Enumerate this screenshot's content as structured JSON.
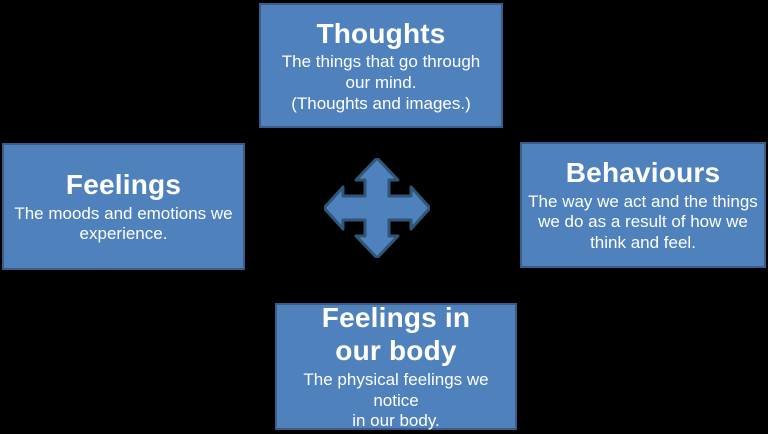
{
  "diagram": {
    "title_implied": "CBT four-part model",
    "background_color": "#000000",
    "colors": {
      "box_fill": "#4f81bd",
      "box_border": "#385d8a",
      "text": "#ffffff",
      "arrow_fill": "#4f81bd",
      "arrow_border": "#2f5577"
    },
    "boxes": {
      "thoughts": {
        "title": "Thoughts",
        "body": "The things that go through\nour mind.\n(Thoughts and images.)"
      },
      "feelings": {
        "title": "Feelings",
        "body": "The moods and emotions we\nexperience."
      },
      "behaviours": {
        "title": "Behaviours",
        "body": "The way we act and the things\nwe do as a result of how we\nthink and feel."
      },
      "body_feelings": {
        "title": "Feelings in\nour body",
        "body": "The physical feelings we notice\nin our body."
      }
    },
    "center_icon": "four-way-arrow"
  }
}
